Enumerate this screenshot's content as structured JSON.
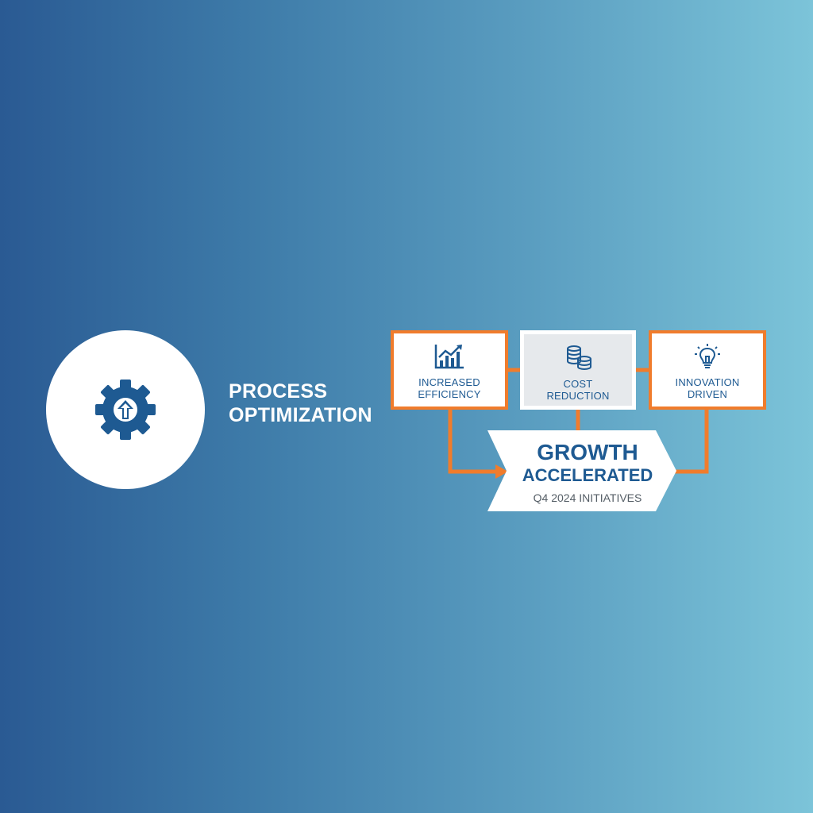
{
  "hub": {
    "title_line1": "PROCESS",
    "title_line2": "OPTIMIZATION",
    "icon": "gear-up-arrow-icon"
  },
  "cards": [
    {
      "label_line1": "INCREASED",
      "label_line2": "EFFICIENCY",
      "icon": "bar-chart-trend-icon",
      "style": "orange-border"
    },
    {
      "label_line1": "COST",
      "label_line2": "REDUCTION",
      "icon": "coin-stack-icon",
      "style": "plain"
    },
    {
      "label_line1": "INNOVATION",
      "label_line2": "DRIVEN",
      "icon": "lightbulb-icon",
      "style": "orange-border"
    }
  ],
  "outcome": {
    "title_line1": "GROWTH",
    "title_line2": "ACCELERATED",
    "subtitle": "Q4 2024 INITIATIVES"
  },
  "colors": {
    "accent_orange": "#f07c2c",
    "primary_blue": "#1e5a92",
    "gradient_start": "#2a5a93",
    "gradient_end": "#7cc4d9"
  }
}
